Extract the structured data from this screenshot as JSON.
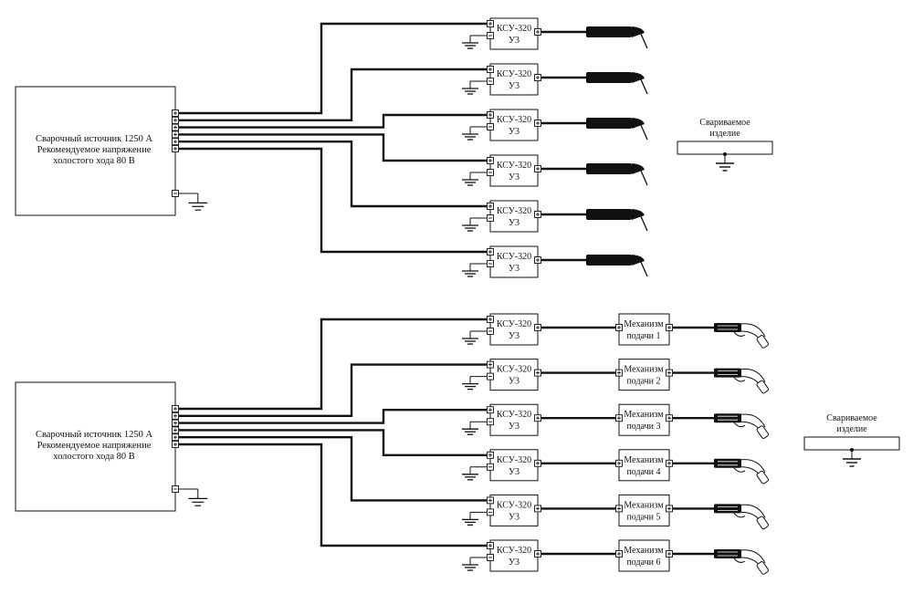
{
  "colors": {
    "line": "#111111",
    "background": "#ffffff"
  },
  "rows": [
    {
      "source": {
        "line1": "Сварочный источник 1250 А",
        "line2": "Рекомендуемое напряжение",
        "line3": "холостого хода 80 В"
      },
      "workpiece": {
        "line1": "Свариваемое",
        "line2": "изделие"
      },
      "tool": "electrode-holder-icon",
      "channels": [
        {
          "ksu_line1": "КСУ-320",
          "ksu_line2": "У3"
        },
        {
          "ksu_line1": "КСУ-320",
          "ksu_line2": "У3"
        },
        {
          "ksu_line1": "КСУ-320",
          "ksu_line2": "У3"
        },
        {
          "ksu_line1": "КСУ-320",
          "ksu_line2": "У3"
        },
        {
          "ksu_line1": "КСУ-320",
          "ksu_line2": "У3"
        },
        {
          "ksu_line1": "КСУ-320",
          "ksu_line2": "У3"
        }
      ]
    },
    {
      "source": {
        "line1": "Сварочный источник 1250 А",
        "line2": "Рекомендуемое напряжение",
        "line3": "холостого хода 80 В"
      },
      "workpiece": {
        "line1": "Свариваемое",
        "line2": "изделие"
      },
      "tool": "mig-torch-icon",
      "channels": [
        {
          "ksu_line1": "КСУ-320",
          "ksu_line2": "У3",
          "feeder_line1": "Механизм",
          "feeder_line2": "подачи 1"
        },
        {
          "ksu_line1": "КСУ-320",
          "ksu_line2": "У3",
          "feeder_line1": "Механизм",
          "feeder_line2": "подачи 2"
        },
        {
          "ksu_line1": "КСУ-320",
          "ksu_line2": "У3",
          "feeder_line1": "Механизм",
          "feeder_line2": "подачи 3"
        },
        {
          "ksu_line1": "КСУ-320",
          "ksu_line2": "У3",
          "feeder_line1": "Механизм",
          "feeder_line2": "подачи 4"
        },
        {
          "ksu_line1": "КСУ-320",
          "ksu_line2": "У3",
          "feeder_line1": "Механизм",
          "feeder_line2": "подачи 5"
        },
        {
          "ksu_line1": "КСУ-320",
          "ksu_line2": "У3",
          "feeder_line1": "Механизм",
          "feeder_line2": "подачи 6"
        }
      ]
    }
  ]
}
